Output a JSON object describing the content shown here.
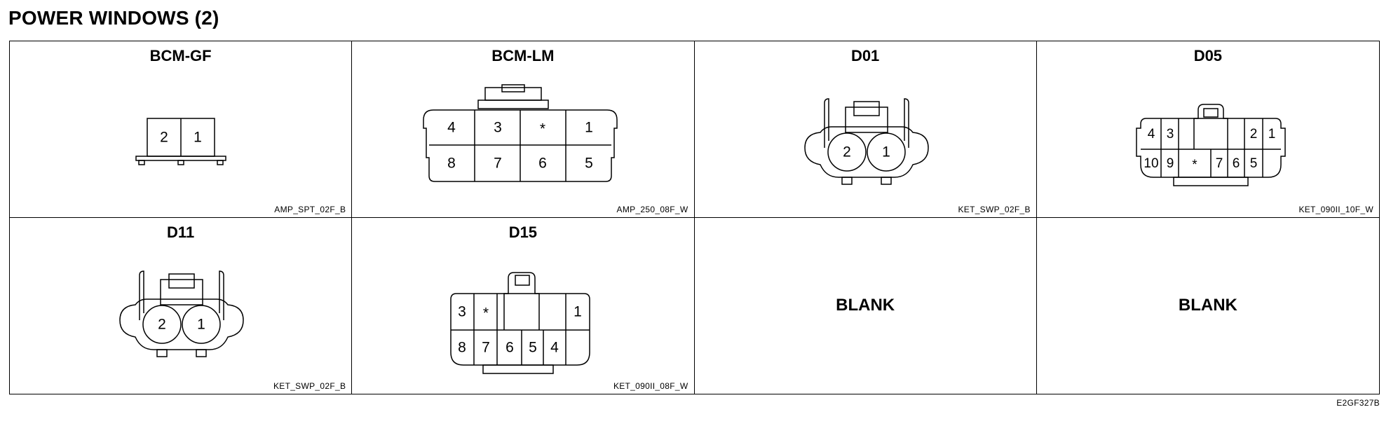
{
  "page": {
    "title": "POWER WINDOWS (2)",
    "figure_code": "E2GF327B"
  },
  "cells": [
    {
      "title": "BCM-GF",
      "part_no": "AMP_SPT_02F_B",
      "pins": [
        "2",
        "1"
      ]
    },
    {
      "title": "BCM-LM",
      "part_no": "AMP_250_08F_W",
      "pins": [
        "4",
        "3",
        "*",
        "1",
        "8",
        "7",
        "6",
        "5"
      ]
    },
    {
      "title": "D01",
      "part_no": "KET_SWP_02F_B",
      "pins": [
        "2",
        "1"
      ]
    },
    {
      "title": "D05",
      "part_no": "KET_090II_10F_W",
      "pins": [
        "4",
        "3",
        "2",
        "1",
        "10",
        "9",
        "*",
        "7",
        "6",
        "5"
      ]
    },
    {
      "title": "D11",
      "part_no": "KET_SWP_02F_B",
      "pins": [
        "2",
        "1"
      ]
    },
    {
      "title": "D15",
      "part_no": "KET_090II_08F_W",
      "pins": [
        "3",
        "*",
        "1",
        "8",
        "7",
        "6",
        "5",
        "4"
      ]
    },
    {
      "label": "BLANK"
    },
    {
      "label": "BLANK"
    }
  ]
}
